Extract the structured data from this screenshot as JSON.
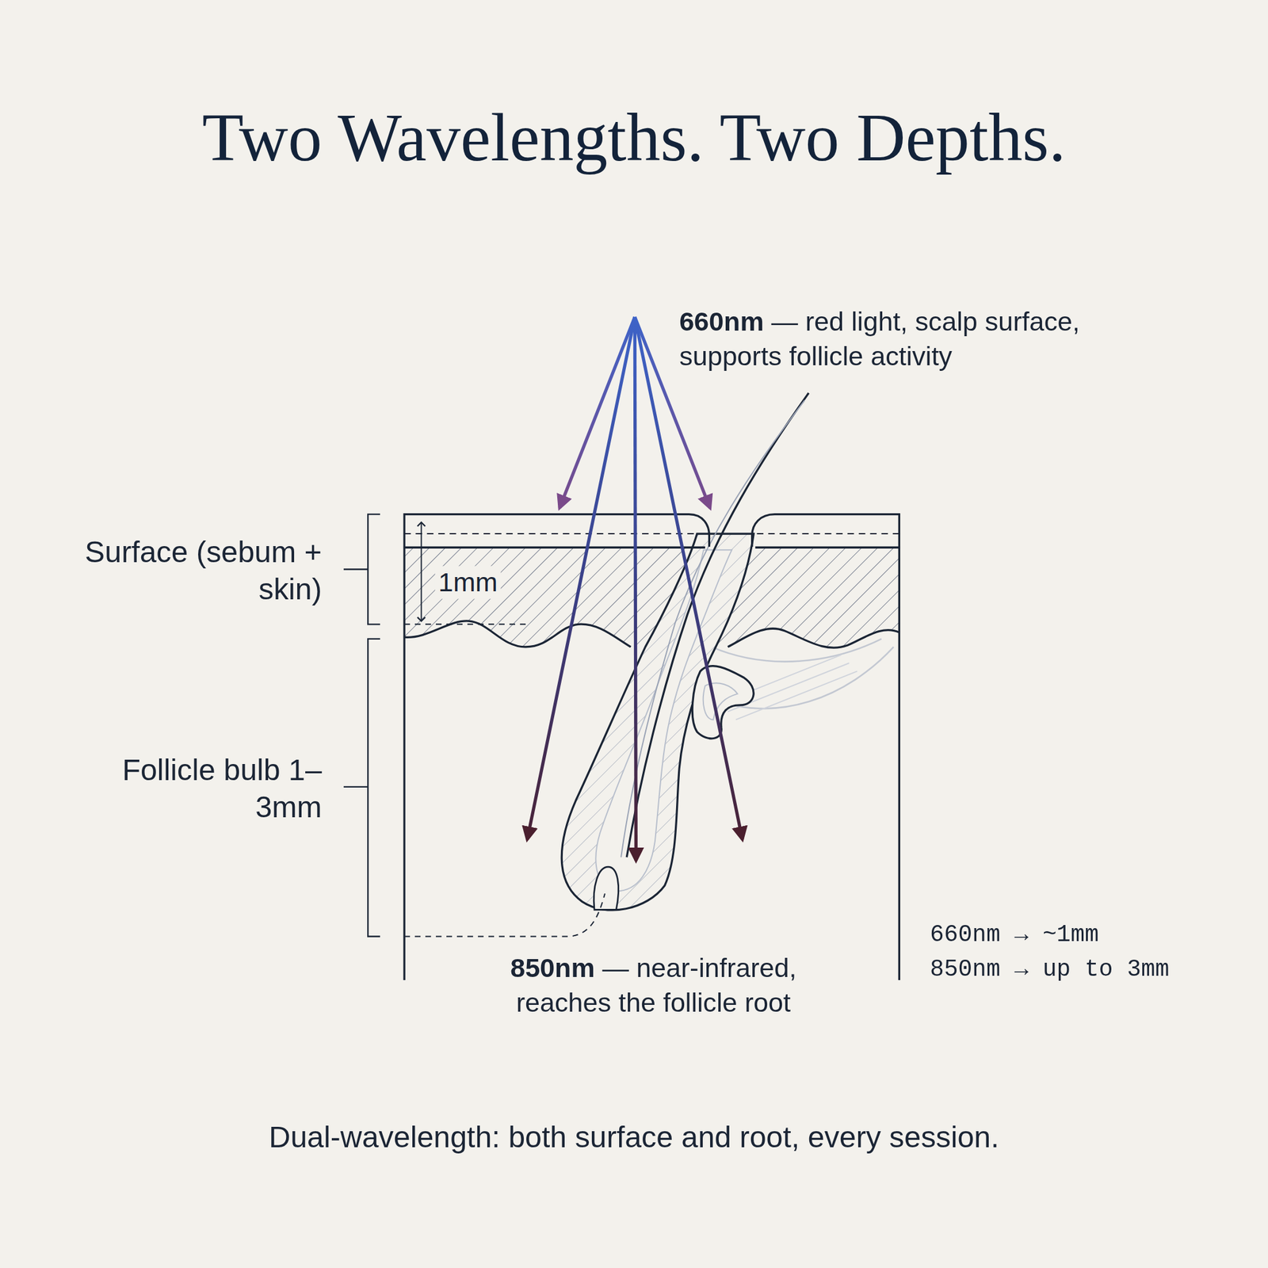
{
  "diagram": {
    "title": "Two Wavelengths. Two Depths.",
    "caption": "Dual-wavelength: both surface and root, every session.",
    "labels": [
      "660nm",
      "— red light, scalp surface, supports follicle activity",
      "Surface (sebum + skin)",
      "1mm",
      "Follicle bulb 1–3mm",
      "850nm",
      "— near-infrared, reaches the follicle root",
      "660nm → ~1mm",
      "850nm → up to 3mm"
    ]
  }
}
